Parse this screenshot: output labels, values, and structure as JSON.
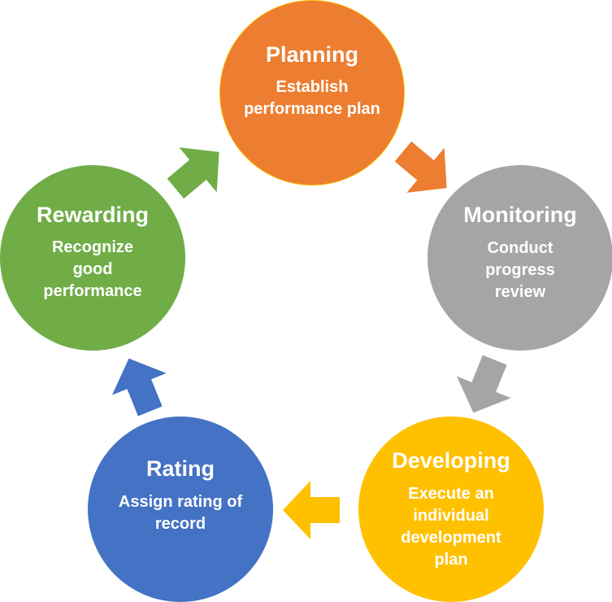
{
  "diagram": {
    "type": "cycle",
    "stages": [
      {
        "id": "planning",
        "title": "Planning",
        "description": "Establish performance plan",
        "color": "#ED7D31"
      },
      {
        "id": "monitoring",
        "title": "Monitoring",
        "description": "Conduct progress review",
        "color": "#A5A5A5"
      },
      {
        "id": "developing",
        "title": "Developing",
        "description": "Execute an individual development plan",
        "color": "#FFC000"
      },
      {
        "id": "rating",
        "title": "Rating",
        "description": "Assign rating of record",
        "color": "#4472C4"
      },
      {
        "id": "rewarding",
        "title": "Rewarding",
        "description": "Recognize good performance",
        "color": "#70AD47"
      }
    ],
    "arrows": [
      {
        "from": "planning",
        "to": "monitoring",
        "color": "#ED7D31"
      },
      {
        "from": "monitoring",
        "to": "developing",
        "color": "#A5A5A5"
      },
      {
        "from": "developing",
        "to": "rating",
        "color": "#FFC000"
      },
      {
        "from": "rating",
        "to": "rewarding",
        "color": "#4472C4"
      },
      {
        "from": "rewarding",
        "to": "planning",
        "color": "#70AD47"
      }
    ]
  }
}
